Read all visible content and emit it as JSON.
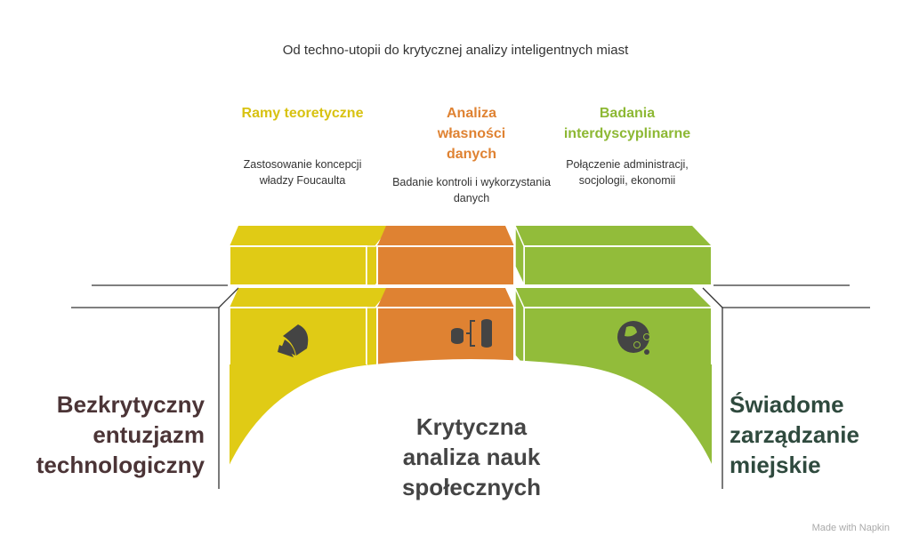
{
  "title": "Od techno-utopii do krytycznej analizy inteligentnych miast",
  "pillars": [
    {
      "heading": "Ramy teoretyczne",
      "description": "Zastosowanie koncepcji władzy Foucaulta",
      "icon": "book-pages-icon",
      "color": "#E0CB15"
    },
    {
      "heading": "Analiza własności danych",
      "description": "Badanie kontroli i wykorzystania danych",
      "icon": "database-structure-icon",
      "color": "#DF8232"
    },
    {
      "heading": "Badania interdyscyplinarne",
      "description": "Połączenie administracji, socjologii, ekonomii",
      "icon": "globe-share-icon",
      "color": "#92BC3A"
    }
  ],
  "left_label": "Bezkrytyczny entuzjazm technologiczny",
  "center_label": "Krytyczna analiza nauk społecznych",
  "right_label": "Świadome zarządzanie miejskie",
  "footer": "Made with Napkin"
}
